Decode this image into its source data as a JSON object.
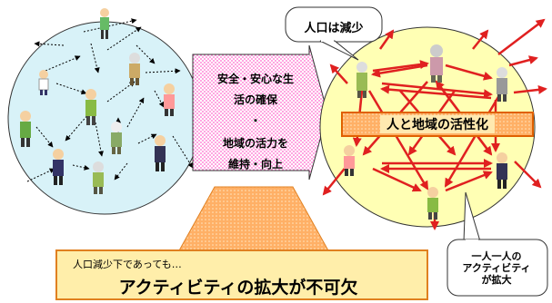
{
  "central_arrow": {
    "line1": "安全・安心な生",
    "line2": "活の確保",
    "separator": "・",
    "line3": "地域の活力を",
    "line4": "維持・向上"
  },
  "callouts": {
    "population_decline": "人口は減少",
    "activation": "人と地域の活性化",
    "individual": [
      "一人一人の",
      "アクティビティ",
      "が拡大"
    ]
  },
  "bottom_banner": {
    "subtitle": "人口減少下であっても…",
    "title": "アクティビティの拡大が不可欠"
  },
  "people_icons": [
    "person-icon",
    "elderly-person-icon",
    "child-icon",
    "woman-icon",
    "man-icon"
  ],
  "colors": {
    "left_circle": "#d8f2f8",
    "right_circle": "#ffffb4",
    "activation_bar": "#ffcc66",
    "banner": "#ffeeaa",
    "arrow_red": "#e02020",
    "arrow_pink": "#ffb6e0"
  }
}
